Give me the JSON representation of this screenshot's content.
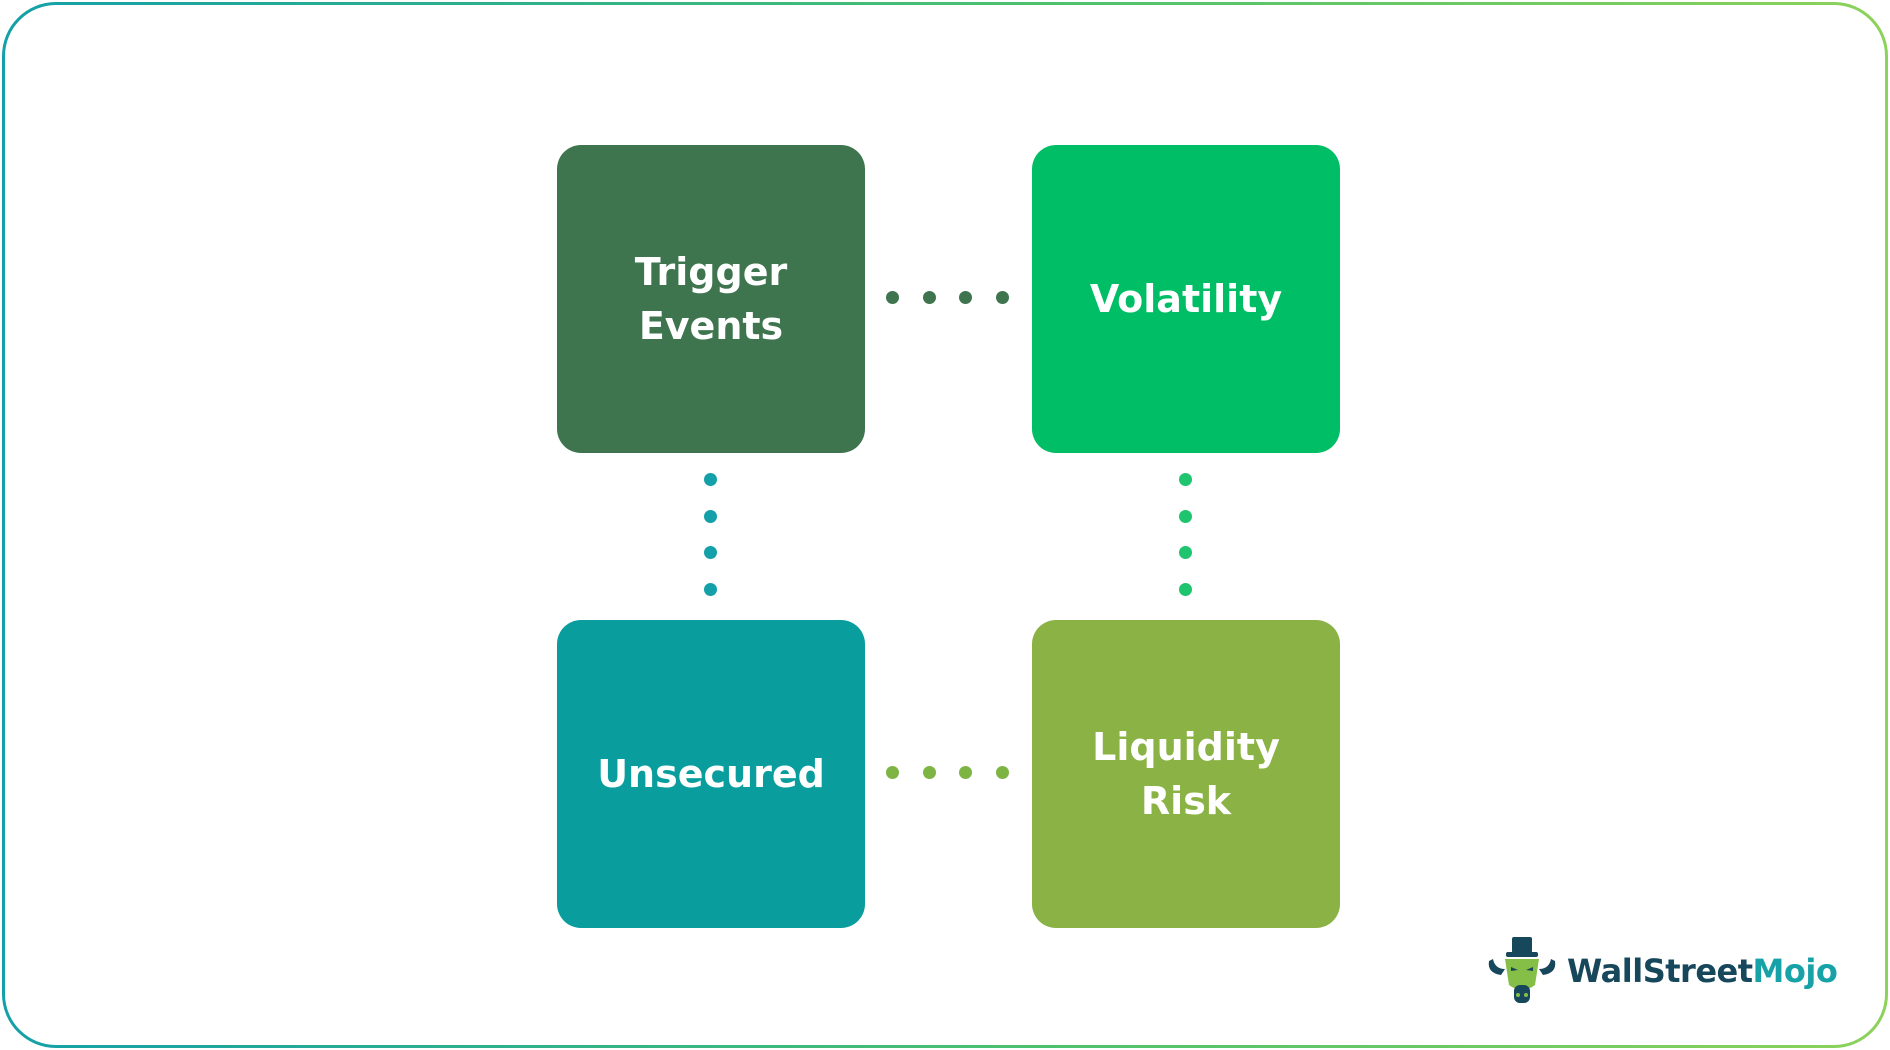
{
  "diagram": {
    "boxes": [
      {
        "lines": [
          "Trigger",
          "Events"
        ],
        "color": "#3e754f"
      },
      {
        "lines": [
          "Volatility"
        ],
        "color": "#00be66"
      },
      {
        "lines": [
          "Unsecured"
        ],
        "color": "#0a9d9e"
      },
      {
        "lines": [
          "Liquidity",
          "Risk"
        ],
        "color": "#8ab244"
      }
    ],
    "connector_colors": {
      "top": "#3e754f",
      "left": "#14a0a8",
      "right": "#1fc46e",
      "bottom": "#7db443"
    }
  },
  "logo": {
    "part1": "WallStreet",
    "part2": "Mojo",
    "part1_color": "#17475a",
    "part2_color": "#17a2a8",
    "icon": "bull-head-top-hat-icon"
  }
}
